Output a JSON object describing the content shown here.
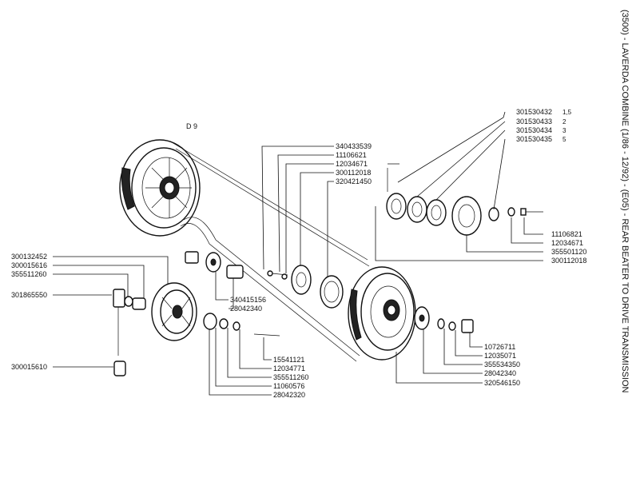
{
  "side_title": "(3500) - LAVERDA COMBINE (1/86 - 12/92) - (E05) - REAR BEATER TO DRIVE TRANSMISSION",
  "diagram_tag": "D 9",
  "parts": {
    "p340433539": "340433539",
    "p11106621": "11106621",
    "p12034671a": "12034671",
    "p300112018a": "300112018",
    "p320421450": "320421450",
    "p301530432": "301530432",
    "p301530432_note": "1,5",
    "p301530433": "301530433",
    "p301530433_note": "2",
    "p301530434": "301530434",
    "p301530434_note": "3",
    "p301530435": "301530435",
    "p301530435_note": "5",
    "p11106821": "11106821",
    "p12034671b": "12034671",
    "p355501120": "355501120",
    "p300112018b": "300112018",
    "p300132452": "300132452",
    "p300015616": "300015616",
    "p355511260a": "355511260",
    "p301865550": "301865550",
    "p300015610": "300015610",
    "p340415156": "340415156",
    "p28042340a": "28042340",
    "p15541121": "15541121",
    "p12034771": "12034771",
    "p355511260b": "355511260",
    "p11060576": "11060576",
    "p28042320": "28042320",
    "p10726711": "10726711",
    "p12035071": "12035071",
    "p355534350": "355534350",
    "p28042340b": "28042340",
    "p320546150": "320546150"
  }
}
